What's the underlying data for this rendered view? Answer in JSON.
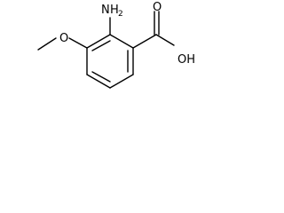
{
  "molecule": {
    "atoms": {
      "amino_N": "N",
      "amino_H": "H",
      "amino_H_count": "2",
      "carboxyl_OH": "OH",
      "carbonyl_O": "O",
      "methoxy_O": "O"
    }
  },
  "colors": {
    "bond": "#000000",
    "text": "#000000",
    "background": "#ffffff"
  }
}
